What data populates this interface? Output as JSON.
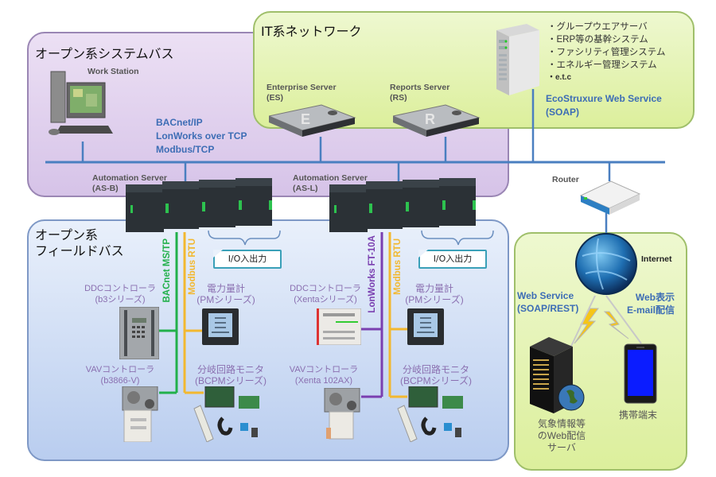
{
  "regions": {
    "system_bus": {
      "title": "オープン系システムバス"
    },
    "it_network": {
      "title": "IT系ネットワーク"
    },
    "field_bus": {
      "title_line1": "オープン系",
      "title_line2": "フィールドバス"
    }
  },
  "system_bus": {
    "workstation_label": "Work Station",
    "protocols": [
      "BACnet/IP",
      "LonWorks over TCP",
      "Modbus/TCP"
    ],
    "automation_servers": [
      {
        "name": "Automation Server",
        "code": "(AS-B)"
      },
      {
        "name": "Automation Server",
        "code": "(AS-L)"
      }
    ]
  },
  "it_network": {
    "enterprise_server": {
      "name": "Enterprise Server",
      "code": "(ES)",
      "glyph": "E"
    },
    "reports_server": {
      "name": "Reports Server",
      "code": "(RS)",
      "glyph": "R"
    },
    "systems": [
      "・グループウエアサーバ",
      "・ERP等の基幹システム",
      "・ファシリティ管理システム",
      "・エネルギー管理システム",
      "・e.t.c"
    ],
    "web_service_line1": "EcoStruxure Web Service",
    "web_service_line2": "(SOAP)"
  },
  "field_bus": {
    "left": {
      "bus_primary": "BACnet MS/TP",
      "bus_secondary": "Modbus RTU",
      "io_label": "I/O入出力",
      "ddc": {
        "line1": "DDCコントローラ",
        "line2": "(b3シリーズ)"
      },
      "power_meter": {
        "line1": "電力量計",
        "line2": "(PMシリーズ)"
      },
      "vav": {
        "line1": "VAVコントローラ",
        "line2": "(b3866-V)"
      },
      "branch_monitor": {
        "line1": "分岐回路モニタ",
        "line2": "(BCPMシリーズ)"
      }
    },
    "right": {
      "bus_primary": "LonWorks FT-10A",
      "bus_secondary": "Modbus RTU",
      "io_label": "I/O入出力",
      "ddc": {
        "line1": "DDCコントローラ",
        "line2": "(Xentaシリーズ)"
      },
      "power_meter": {
        "line1": "電力量計",
        "line2": "(PMシリーズ)"
      },
      "vav": {
        "line1": "VAVコントローラ",
        "line2": "(Xenta 102AX)"
      },
      "branch_monitor": {
        "line1": "分岐回路モニタ",
        "line2": "(BCPMシリーズ)"
      }
    }
  },
  "internet": {
    "router_label": "Router",
    "internet_label": "Internet",
    "web_service_line1": "Web Service",
    "web_service_line2": "(SOAP/REST)",
    "web_display_line1": "Web表示",
    "web_display_line2": "E-mail配信",
    "weather_server_lines": [
      "気象情報等",
      "のWeb配信",
      "サーバ"
    ],
    "mobile_label": "携帯端末"
  },
  "colors": {
    "ip_bus": "#4a7fc0",
    "bacnet_mstp": "#22b04b",
    "modbus_rtu": "#f2b830",
    "lonworks": "#7a3fb0",
    "io_box": "#3aa0b8"
  }
}
